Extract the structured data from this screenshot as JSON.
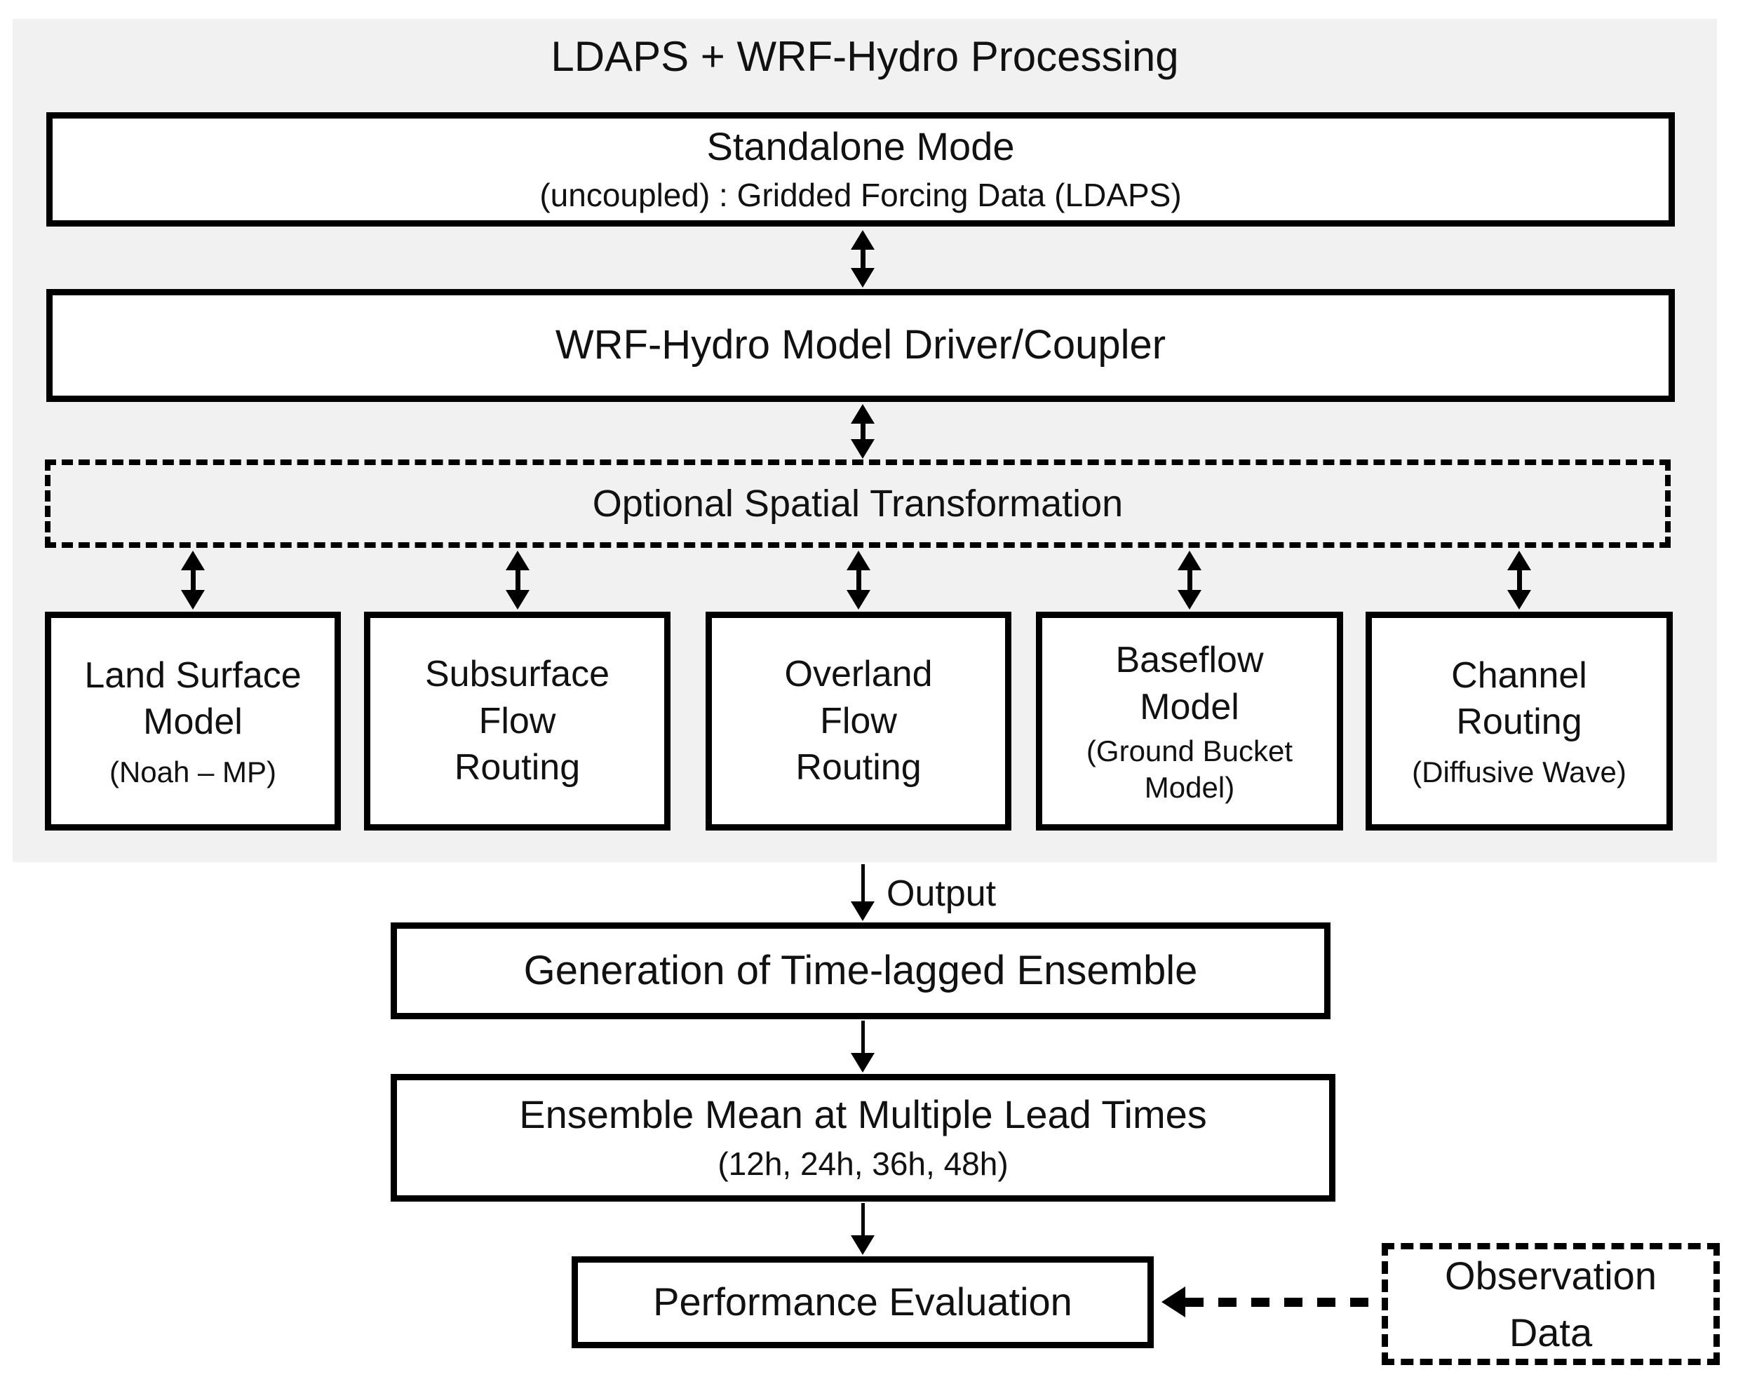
{
  "colors": {
    "background": "#ffffff",
    "panel": "#f1f1f1",
    "line": "#000000",
    "box_fill": "#ffffff",
    "text": "#111111"
  },
  "header": {
    "title": "LDAPS + WRF-Hydro Processing"
  },
  "pipeline": {
    "standalone_mode": {
      "title": "Standalone Mode",
      "subtitle": "(uncoupled) : Gridded Forcing Data (LDAPS)"
    },
    "driver_coupler": {
      "title": "WRF-Hydro Model Driver/Coupler"
    },
    "optional_transform": {
      "title": "Optional Spatial Transformation"
    },
    "components": [
      {
        "title": "Land Surface\nModel",
        "subtitle": "(Noah – MP)"
      },
      {
        "title": "Subsurface\nFlow\nRouting",
        "subtitle": ""
      },
      {
        "title": "Overland\nFlow\nRouting",
        "subtitle": ""
      },
      {
        "title": "Baseflow\nModel",
        "subtitle": "(Ground Bucket\nModel)"
      },
      {
        "title": "Channel\nRouting",
        "subtitle": "(Diffusive Wave)"
      }
    ],
    "output_label": "Output",
    "generation": {
      "title": "Generation of Time-lagged Ensemble"
    },
    "ensemble_mean": {
      "title": "Ensemble Mean at Multiple Lead Times",
      "subtitle": "(12h, 24h, 36h, 48h)"
    },
    "performance": {
      "title": "Performance Evaluation"
    },
    "observation": {
      "title": "Observation\nData"
    }
  }
}
